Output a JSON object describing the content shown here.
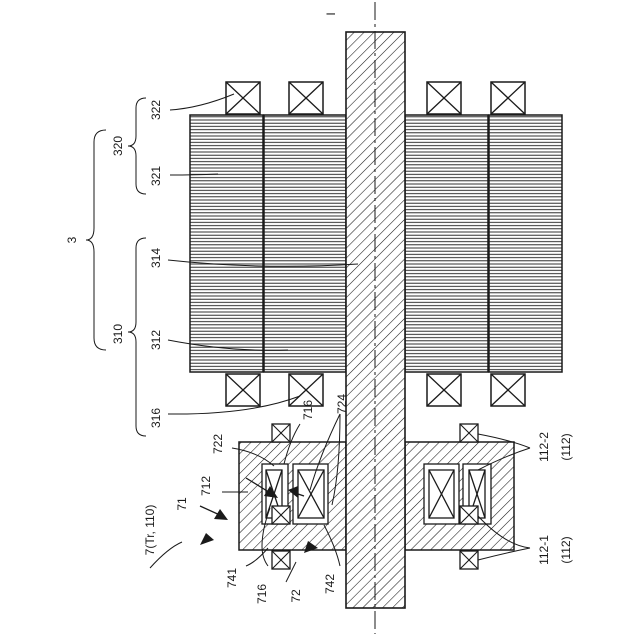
{
  "labels": {
    "axis": "I",
    "l3": "3",
    "l320": "320",
    "l322": "322",
    "l321": "321",
    "l314": "314",
    "l310": "310",
    "l312": "312",
    "l316": "316",
    "l716a": "716",
    "l724": "724",
    "l722": "722",
    "l712": "712",
    "l71": "71",
    "l7tr": "7(Tr, 110)",
    "l741": "741",
    "l716b": "716",
    "l72": "72",
    "l742": "742",
    "l1122": "112-2",
    "l112a": "(112)",
    "l1121": "112-1",
    "l112b": "(112)"
  }
}
